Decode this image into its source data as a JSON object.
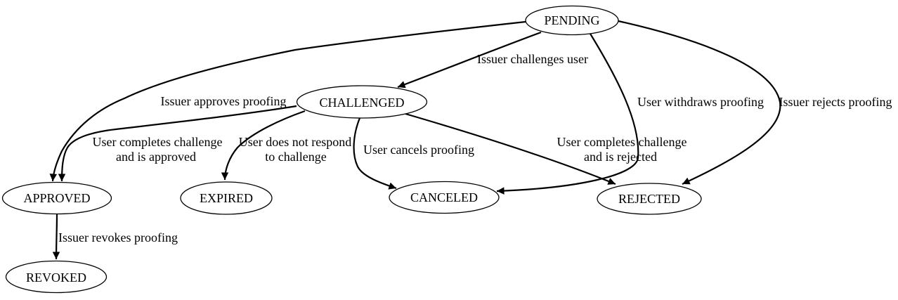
{
  "diagram": {
    "type": "state-transition-diagram",
    "background_color": "#ffffff",
    "line_color": "#000000",
    "text_color": "#000000",
    "nodes": [
      {
        "id": "pending",
        "label": "PENDING"
      },
      {
        "id": "challenged",
        "label": "CHALLENGED"
      },
      {
        "id": "approved",
        "label": "APPROVED"
      },
      {
        "id": "expired",
        "label": "EXPIRED"
      },
      {
        "id": "canceled",
        "label": "CANCELED"
      },
      {
        "id": "rejected",
        "label": "REJECTED"
      },
      {
        "id": "revoked",
        "label": "REVOKED"
      }
    ],
    "edges": [
      {
        "from": "PENDING",
        "to": "CHALLENGED",
        "label_lines": [
          "Issuer challenges user"
        ]
      },
      {
        "from": "PENDING",
        "to": "APPROVED",
        "label_lines": [
          "Issuer approves proofing"
        ]
      },
      {
        "from": "PENDING",
        "to": "CANCELED",
        "label_lines": [
          "User withdraws proofing"
        ]
      },
      {
        "from": "PENDING",
        "to": "REJECTED",
        "label_lines": [
          "Issuer rejects proofing"
        ]
      },
      {
        "from": "CHALLENGED",
        "to": "APPROVED",
        "label_lines": [
          "User completes challenge",
          "and is approved"
        ]
      },
      {
        "from": "CHALLENGED",
        "to": "EXPIRED",
        "label_lines": [
          "User does not respond",
          "to challenge"
        ]
      },
      {
        "from": "CHALLENGED",
        "to": "CANCELED",
        "label_lines": [
          "User cancels proofing"
        ]
      },
      {
        "from": "CHALLENGED",
        "to": "REJECTED",
        "label_lines": [
          "User completes challenge",
          "and is rejected"
        ]
      },
      {
        "from": "APPROVED",
        "to": "REVOKED",
        "label_lines": [
          "Issuer revokes proofing"
        ]
      }
    ]
  }
}
